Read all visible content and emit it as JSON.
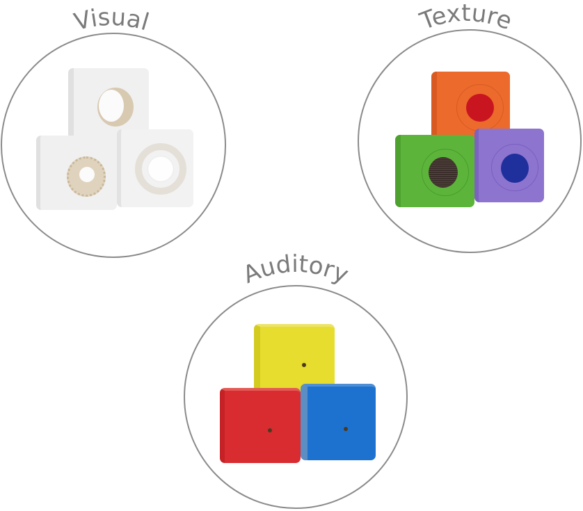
{
  "groups": [
    {
      "id": "visual",
      "label": "Visual",
      "blocks": [
        {
          "position": "top",
          "face_color": "#f1f1f1",
          "side_color": "#e2e2e2",
          "feature": "mirror-hole"
        },
        {
          "position": "bottom-left",
          "face_color": "#f1f1f1",
          "side_color": "#e2e2e2",
          "feature": "serrated-ring-hole"
        },
        {
          "position": "bottom-right",
          "face_color": "#f1f1f1",
          "side_color": "#e2e2e2",
          "feature": "ringed-white-hole"
        }
      ]
    },
    {
      "id": "texture",
      "label": "Texture",
      "blocks": [
        {
          "position": "top",
          "face_color": "#ec6a2c",
          "side_color": "#d85a22",
          "feature_color": "#c8151f"
        },
        {
          "position": "bottom-left",
          "face_color": "#5cb53a",
          "side_color": "#4ea02f",
          "feature_color": "#3b2e2a"
        },
        {
          "position": "bottom-right",
          "face_color": "#8d74cf",
          "side_color": "#7c63bd",
          "feature_color": "#1f2f9c"
        }
      ]
    },
    {
      "id": "auditory",
      "label": "Auditory",
      "blocks": [
        {
          "position": "top",
          "face_color": "#e6dd2e",
          "side_color": "#d7cf22"
        },
        {
          "position": "bottom-left",
          "face_color": "#d82c30",
          "side_color": "#c52227"
        },
        {
          "position": "bottom-right",
          "face_color": "#1d72cf",
          "side_color": "#5c8ec4"
        }
      ]
    }
  ],
  "colors": {
    "circle_stroke": "#8a8a8a",
    "label_text": "#7a7a7a",
    "background": "#ffffff"
  }
}
